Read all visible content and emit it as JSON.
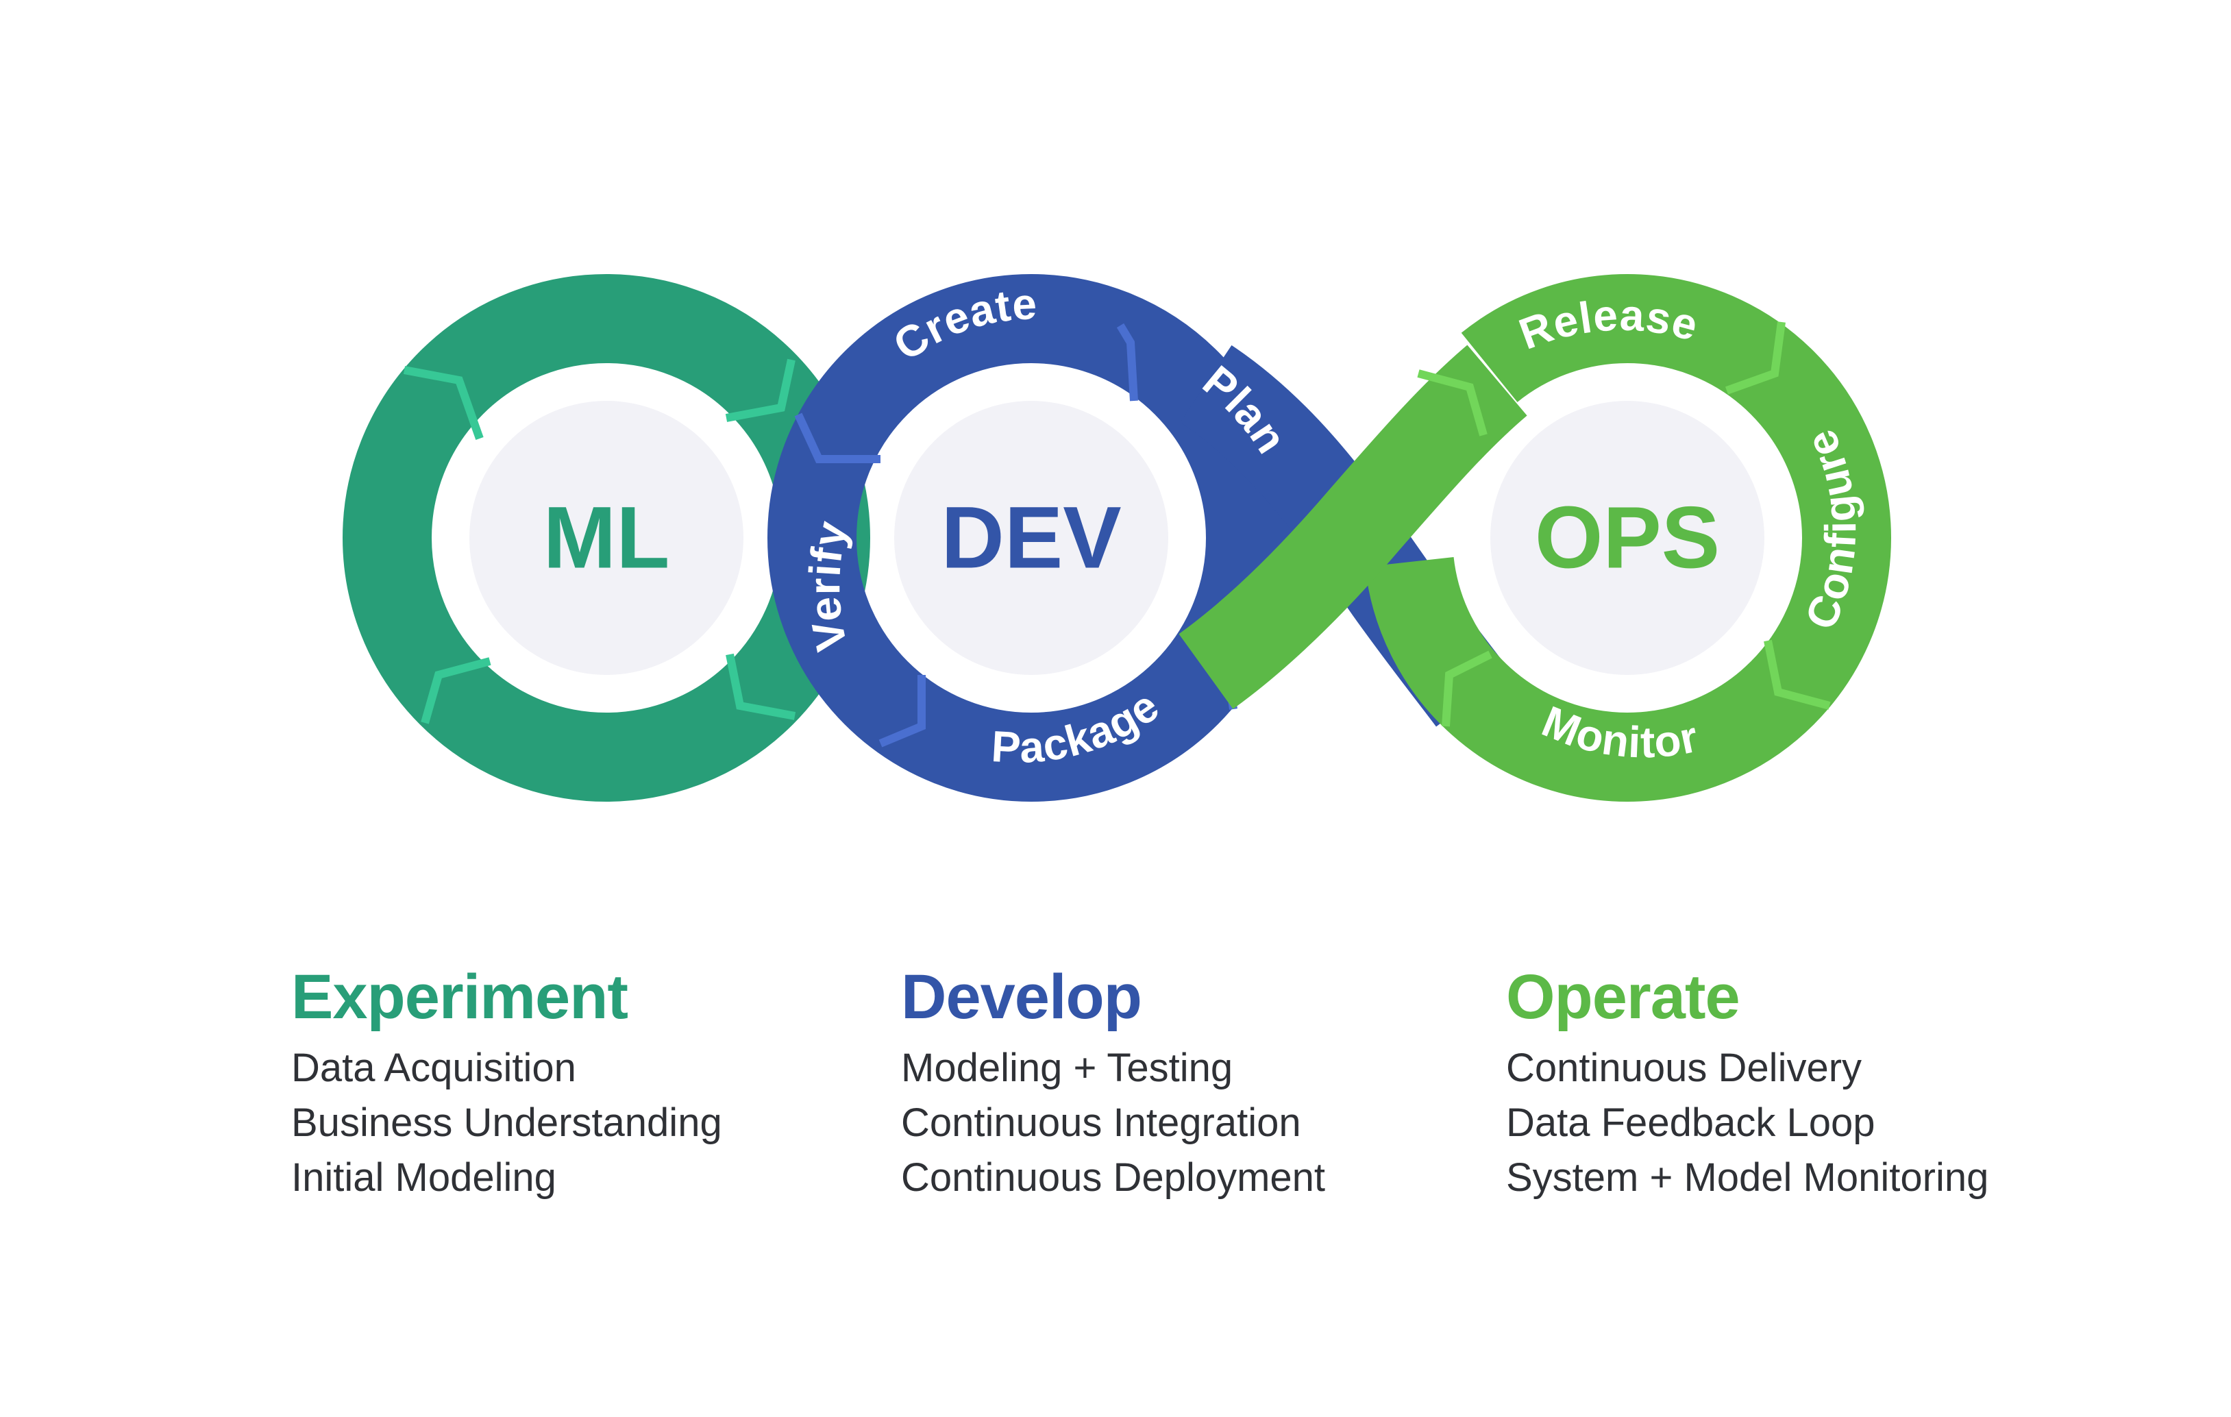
{
  "colors": {
    "ml": "#289E78",
    "ml_light": "#37C896",
    "dev": "#3355A8",
    "dev_light": "#4A6FD0",
    "ops": "#5CB947",
    "ops_light": "#72D65A",
    "hub_fill": "#F2F2F7",
    "text_dark": "#2F3136"
  },
  "loop": {
    "ml_label": "ML",
    "dev_label": "DEV",
    "ops_label": "OPS",
    "dev_stages": {
      "create": "Create",
      "plan": "Plan",
      "verify": "Verify",
      "package": "Package"
    },
    "ops_stages": {
      "release": "Release",
      "configure": "Configure",
      "monitor": "Monitor"
    }
  },
  "columns": {
    "experiment": {
      "heading": "Experiment",
      "items": [
        "Data Acquisition",
        "Business Understanding",
        "Initial Modeling"
      ]
    },
    "develop": {
      "heading": "Develop",
      "items": [
        "Modeling + Testing",
        "Continuous Integration",
        "Continuous Deployment"
      ]
    },
    "operate": {
      "heading": "Operate",
      "items": [
        "Continuous Delivery",
        "Data Feedback Loop",
        "System + Model Monitoring"
      ]
    }
  }
}
